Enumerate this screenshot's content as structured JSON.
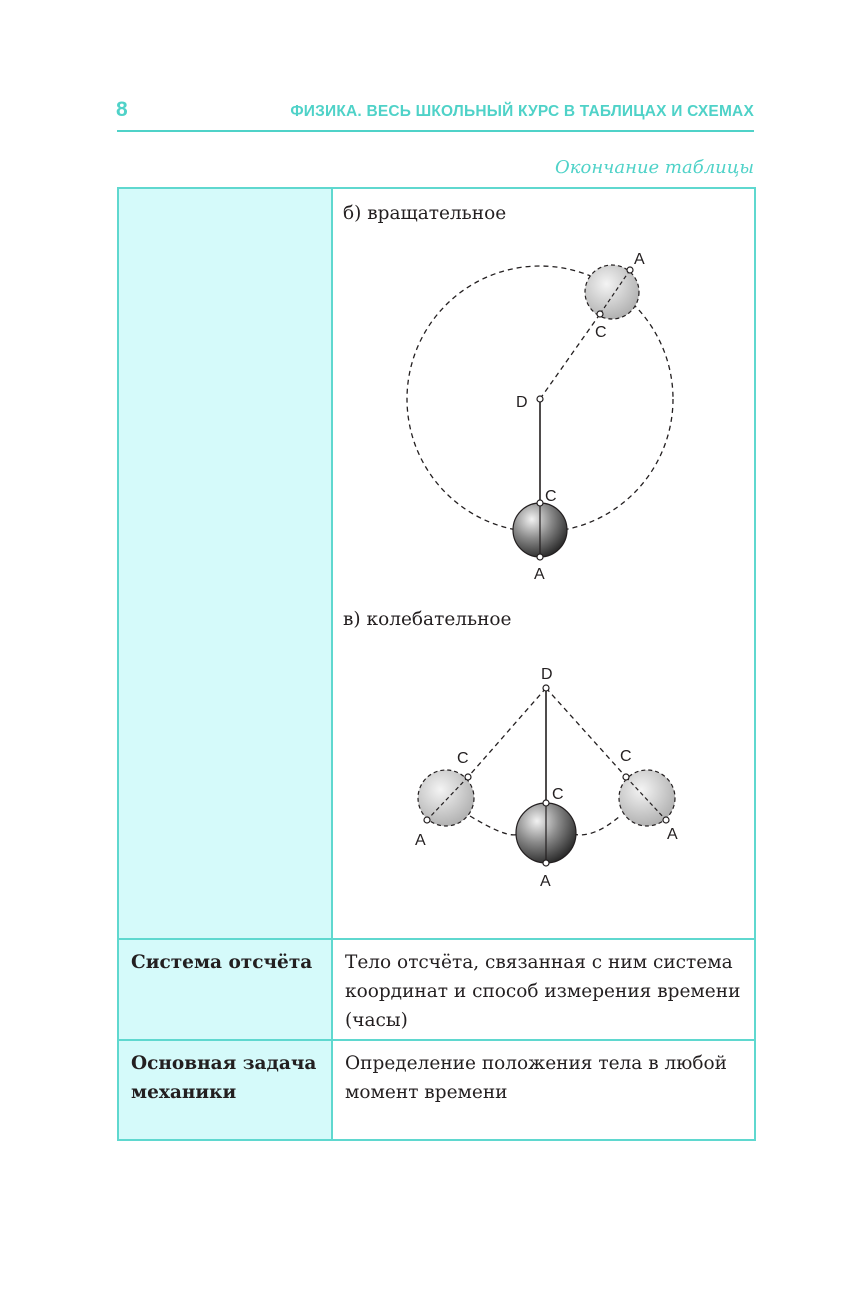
{
  "header": {
    "page_number": "8",
    "book_title": "ФИЗИКА. ВЕСЬ ШКОЛЬНЫЙ КУРС В ТАБЛИЦАХ И СХЕМАХ",
    "continuation": "Окончание таблицы"
  },
  "figure_rotational": {
    "caption": "б) вращательное",
    "labels": {
      "a_top": "A",
      "c_top": "C",
      "d": "D",
      "c_bottom": "C",
      "a_bottom": "A"
    }
  },
  "figure_oscillatory": {
    "caption": "в) колебательное",
    "labels": {
      "d": "D",
      "c_left": "C",
      "a_left": "A",
      "c_center": "C",
      "a_center": "A",
      "c_right": "C",
      "a_right": "A"
    }
  },
  "rows": [
    {
      "term": "Система отсчёта",
      "definition": "Тело отсчёта, связанная с ним система координат и способ измерения времени (часы)"
    },
    {
      "term": "Основная задача механики",
      "definition": "Определение положения тела в любой момент времени"
    }
  ],
  "colors": {
    "accent": "#4fd2c8",
    "left_column_fill": "#d5fafa",
    "border": "#5fd8cf"
  }
}
